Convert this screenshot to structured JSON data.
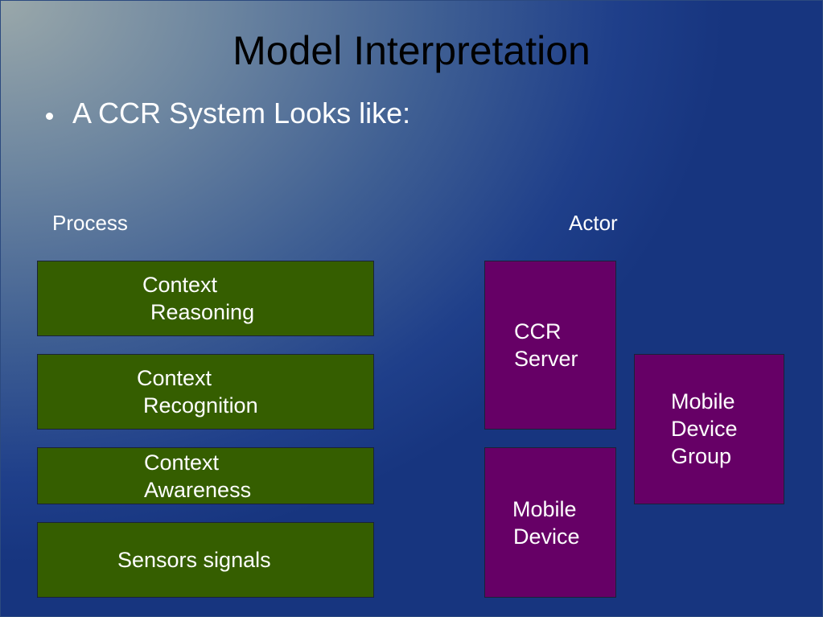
{
  "slide": {
    "title": "Model Interpretation",
    "bullet": "A CCR System Looks like:"
  },
  "diagram": {
    "process_heading": "Process",
    "actor_heading": "Actor",
    "process_boxes": [
      {
        "line1": "Context",
        "line2": "Reasoning"
      },
      {
        "line1": "Context",
        "line2": "Recognition"
      },
      {
        "line1": "Context",
        "line2": "Awareness"
      },
      {
        "line1": "Sensors signals"
      }
    ],
    "actor_boxes": {
      "ccr_server": {
        "line1": "CCR",
        "line2": "Server"
      },
      "mobile_device": {
        "line1": "Mobile",
        "line2": "Device"
      },
      "mobile_device_group": {
        "line1": "Mobile",
        "line2": "Device",
        "line3": "Group"
      }
    },
    "colors": {
      "process_fill": "#355e00",
      "actor_fill": "#660066",
      "text": "#ffffff"
    }
  }
}
